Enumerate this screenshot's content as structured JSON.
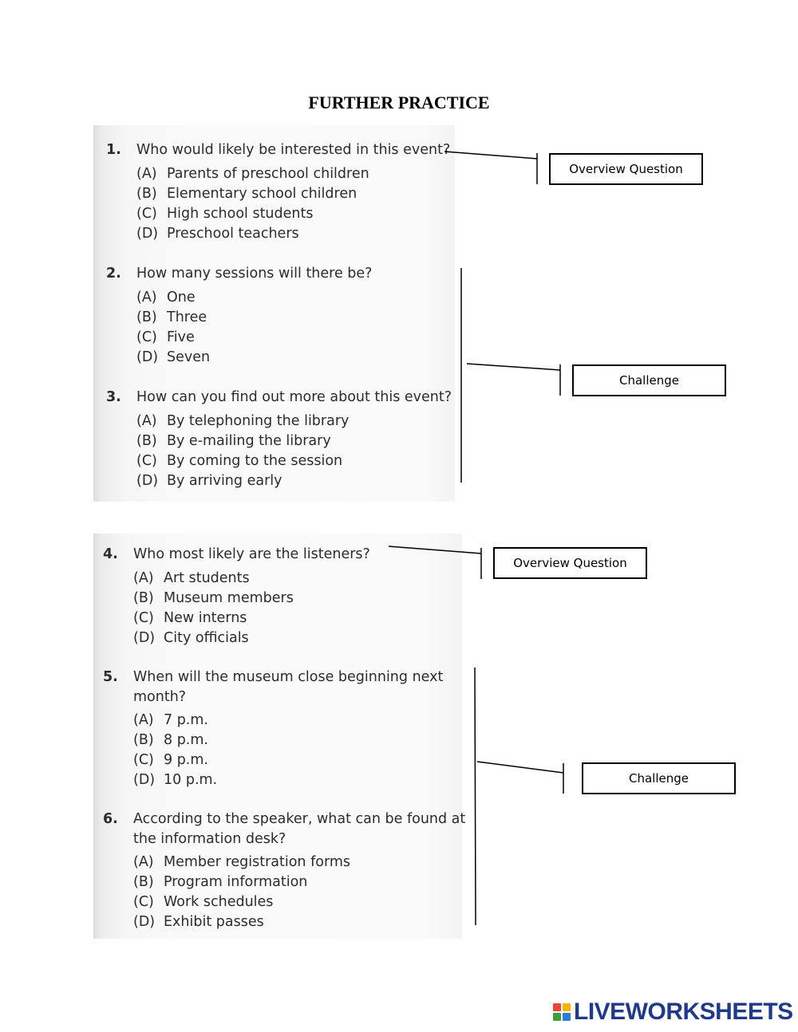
{
  "page": {
    "title": "FURTHER PRACTICE"
  },
  "questions": [
    {
      "num": "1.",
      "text": "Who would likely be interested in this event?",
      "options": [
        {
          "letter": "(A)",
          "text": "Parents of preschool children"
        },
        {
          "letter": "(B)",
          "text": "Elementary school children"
        },
        {
          "letter": "(C)",
          "text": "High school students"
        },
        {
          "letter": "(D)",
          "text": "Preschool teachers"
        }
      ]
    },
    {
      "num": "2.",
      "text": "How many sessions will there be?",
      "options": [
        {
          "letter": "(A)",
          "text": "One"
        },
        {
          "letter": "(B)",
          "text": "Three"
        },
        {
          "letter": "(C)",
          "text": "Five"
        },
        {
          "letter": "(D)",
          "text": "Seven"
        }
      ]
    },
    {
      "num": "3.",
      "text": "How can you find out more about this event?",
      "options": [
        {
          "letter": "(A)",
          "text": "By telephoning the library"
        },
        {
          "letter": "(B)",
          "text": "By e-mailing the library"
        },
        {
          "letter": "(C)",
          "text": "By coming to the session"
        },
        {
          "letter": "(D)",
          "text": "By arriving early"
        }
      ]
    },
    {
      "num": "4.",
      "text": "Who most likely are the listeners?",
      "options": [
        {
          "letter": "(A)",
          "text": "Art students"
        },
        {
          "letter": "(B)",
          "text": "Museum members"
        },
        {
          "letter": "(C)",
          "text": "New interns"
        },
        {
          "letter": "(D)",
          "text": "City officials"
        }
      ]
    },
    {
      "num": "5.",
      "text": "When will the museum close beginning next",
      "text2": "month?",
      "options": [
        {
          "letter": "(A)",
          "text": "7 p.m."
        },
        {
          "letter": "(B)",
          "text": "8 p.m."
        },
        {
          "letter": "(C)",
          "text": "9 p.m."
        },
        {
          "letter": "(D)",
          "text": "10 p.m."
        }
      ]
    },
    {
      "num": "6.",
      "text": "According to the speaker, what can be found at",
      "text2": "the information desk?",
      "options": [
        {
          "letter": "(A)",
          "text": "Member registration forms"
        },
        {
          "letter": "(B)",
          "text": "Program information"
        },
        {
          "letter": "(C)",
          "text": "Work schedules"
        },
        {
          "letter": "(D)",
          "text": "Exhibit passes"
        }
      ]
    }
  ],
  "labels": {
    "overview_1": "Overview Question",
    "challenge_1": "Challenge",
    "overview_2": "Overview Question",
    "challenge_2": "Challenge"
  },
  "footer": {
    "logo_text": "LIVEWORKSHEETS",
    "logo_colors": [
      "#e8463a",
      "#f5b400",
      "#3c9e3c",
      "#2a7fd4"
    ]
  }
}
